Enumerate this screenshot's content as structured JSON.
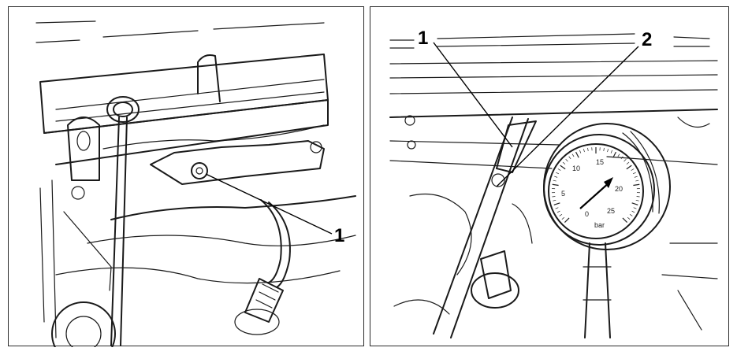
{
  "figures": [
    {
      "id": "left",
      "callouts": [
        {
          "label": "1"
        }
      ]
    },
    {
      "id": "right",
      "callouts": [
        {
          "label": "1"
        },
        {
          "label": "2"
        }
      ],
      "gauge": {
        "scale_labels": [
          "5",
          "10",
          "15",
          "20",
          "25",
          "0"
        ],
        "unit": "bar"
      }
    }
  ]
}
